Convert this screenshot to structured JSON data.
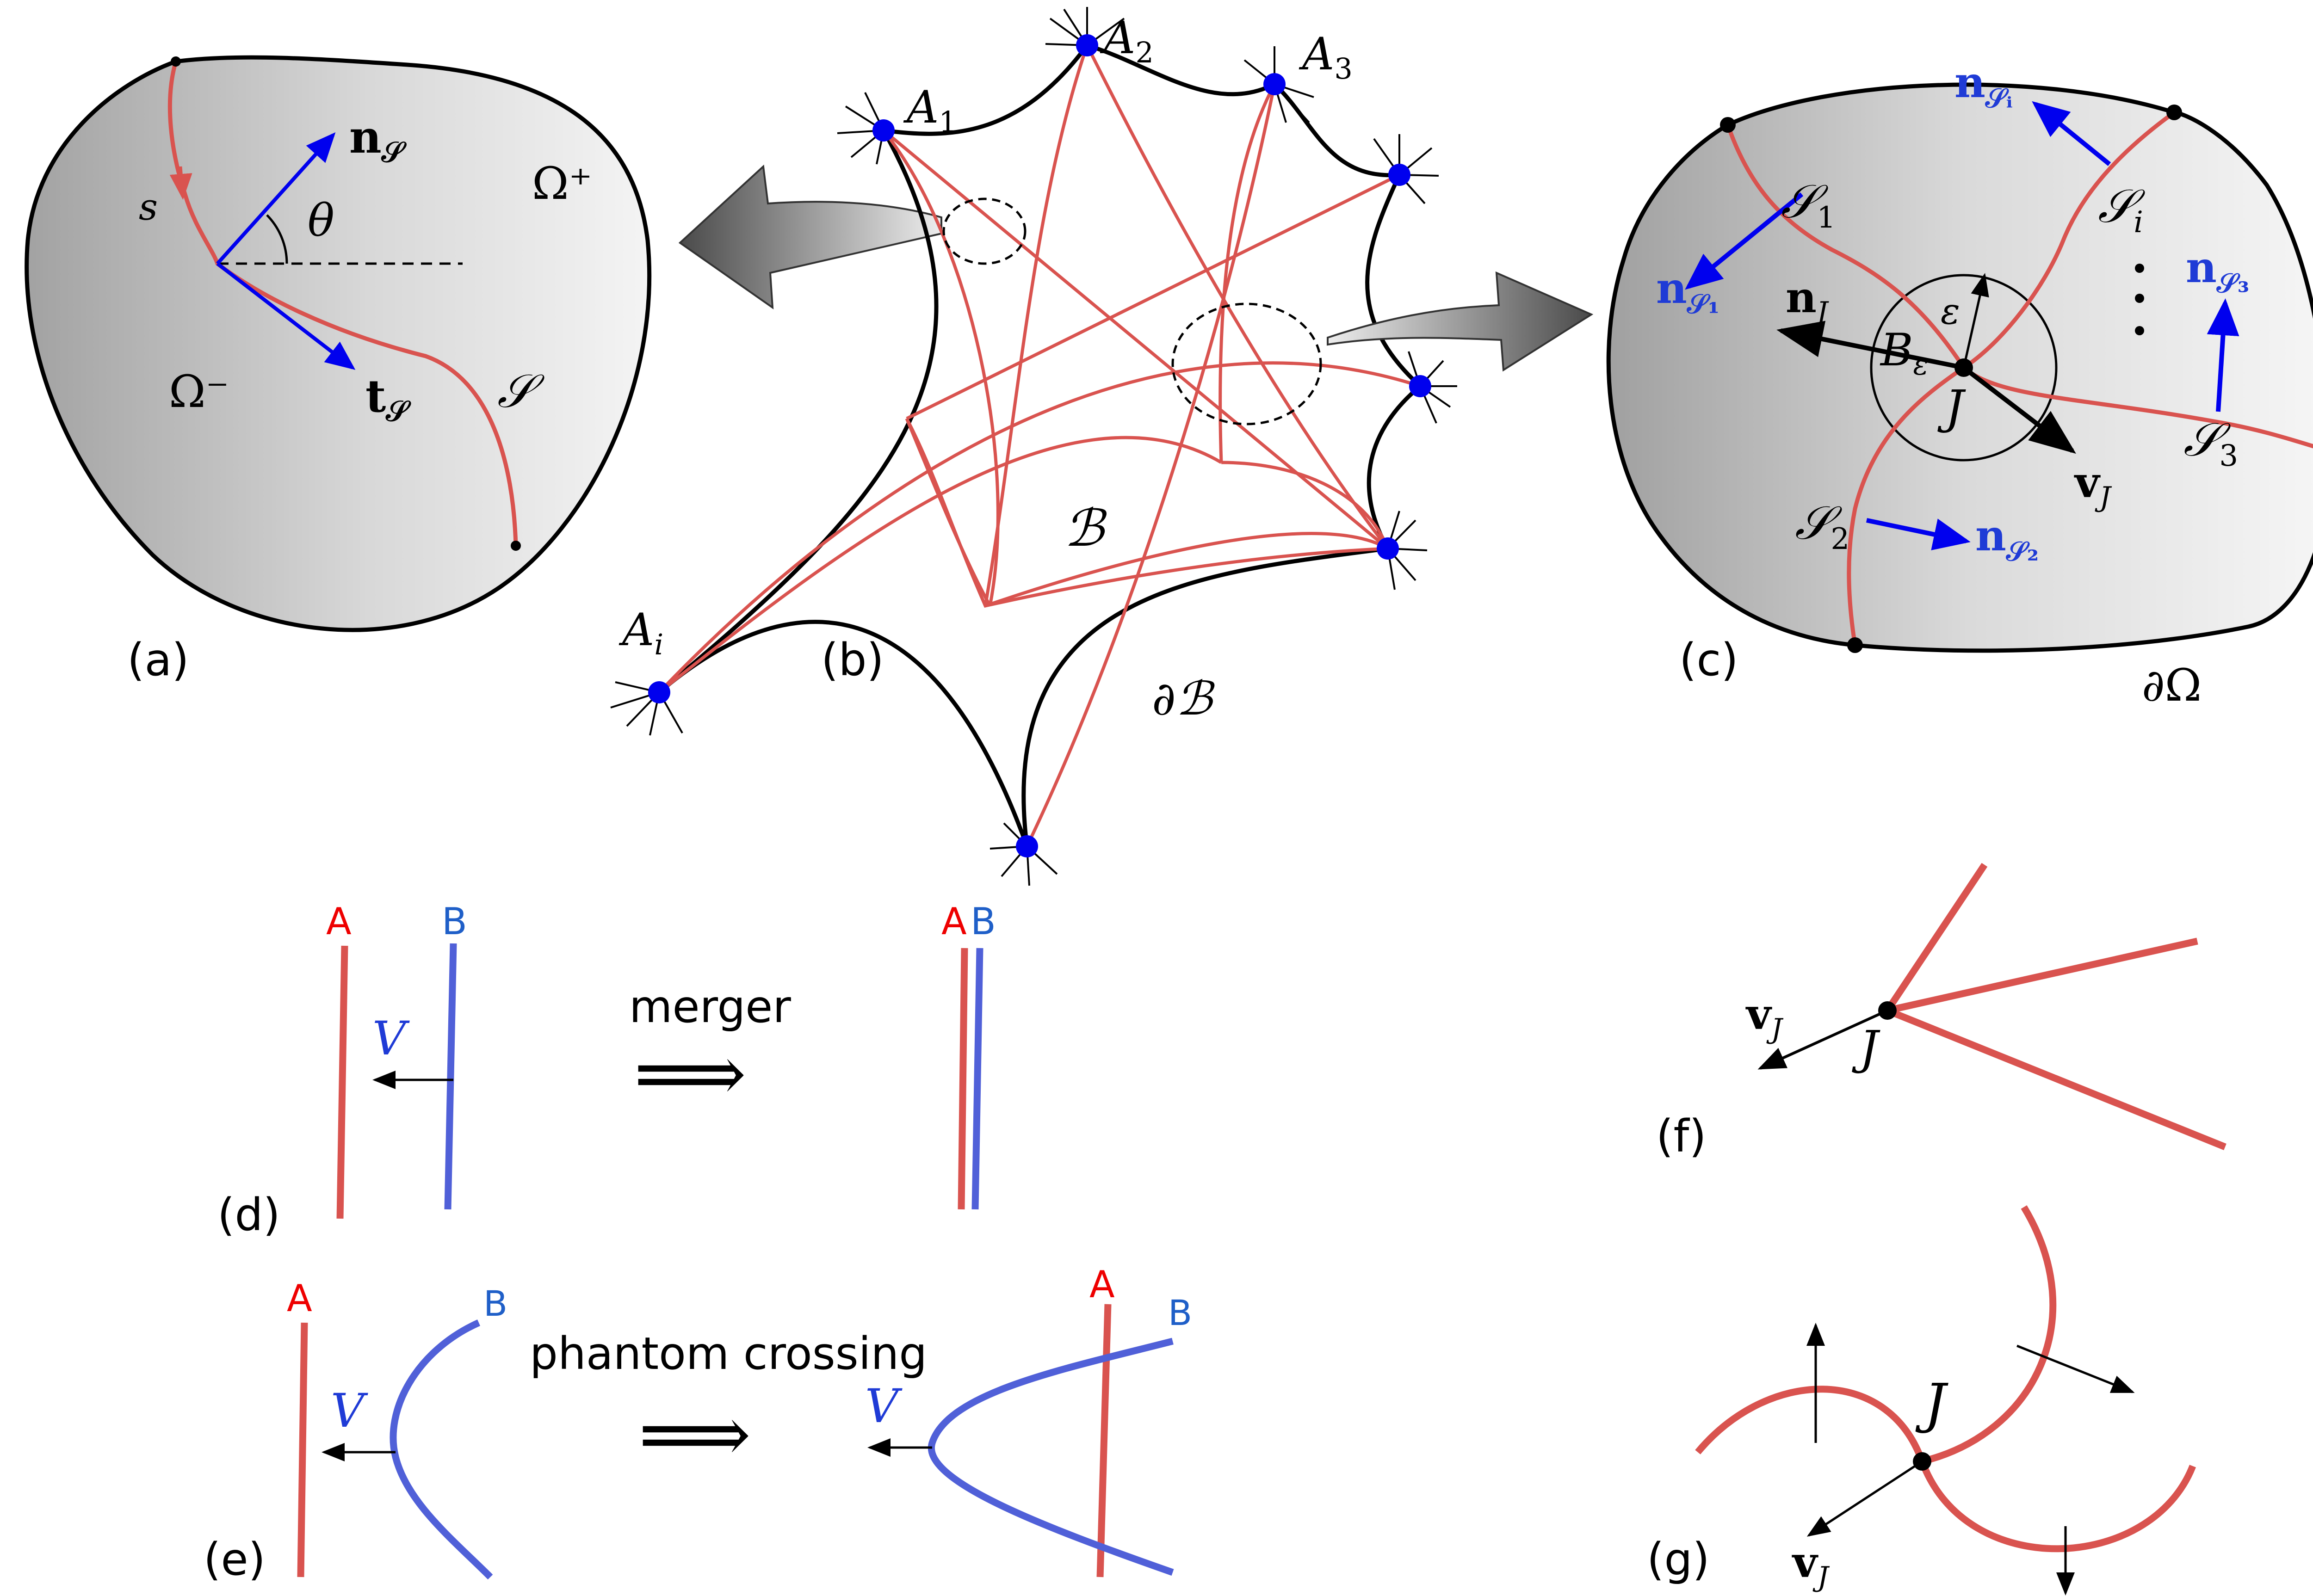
{
  "colors": {
    "red": "#d9534f",
    "blue": "#0000ee",
    "blue_text": "#1f3bd6",
    "letter_red": "#ee0000",
    "letter_blue": "#1f5fc8",
    "line_blue": "#5060d8",
    "black": "#000000",
    "grey_arrow": "#7a7a7a"
  },
  "panel_labels": {
    "a": "(a)",
    "b": "(b)",
    "c": "(c)",
    "d": "(d)",
    "e": "(e)",
    "f": "(f)",
    "g": "(g)"
  },
  "panel_a": {
    "n_s": "n",
    "n_s_sub": "𝒮",
    "t_s": "t",
    "t_s_sub": "𝒮",
    "theta": "θ",
    "s": "s",
    "S": "𝒮",
    "omega_plus": "Ω⁺",
    "omega_minus": "Ω⁻"
  },
  "panel_b": {
    "A1": "A",
    "A1_sub": "1",
    "A2": "A",
    "A2_sub": "2",
    "A3": "A",
    "A3_sub": "3",
    "Ai": "A",
    "Ai_sub": "i",
    "B": "ℬ",
    "dB": "∂ℬ"
  },
  "panel_c": {
    "S1": "𝒮",
    "S1_sub": "1",
    "S2": "𝒮",
    "S2_sub": "2",
    "S3": "𝒮",
    "S3_sub": "3",
    "Si": "𝒮",
    "Si_sub": "i",
    "n_S1": "n",
    "n_S1_sub": "𝒮₁",
    "n_S2": "n",
    "n_S2_sub": "𝒮₂",
    "n_S3": "n",
    "n_S3_sub": "𝒮₃",
    "n_Si": "n",
    "n_Si_sub": "𝒮ᵢ",
    "n_J": "n",
    "n_J_sub": "J",
    "v_J": "v",
    "v_J_sub": "J",
    "B_eps": "B",
    "B_eps_sub": "ε",
    "eps": "ε",
    "J": "J",
    "dOmega": "∂Ω"
  },
  "panel_d": {
    "A": "A",
    "B": "B",
    "V": "V",
    "arrow": "⟹",
    "caption": "merger"
  },
  "panel_e": {
    "A": "A",
    "B": "B",
    "V": "V",
    "arrow": "⟹",
    "caption": "phantom crossing"
  },
  "panel_f": {
    "J": "J",
    "v_J": "v",
    "v_J_sub": "J"
  },
  "panel_g": {
    "J": "J",
    "v_J": "v",
    "v_J_sub": "J"
  }
}
